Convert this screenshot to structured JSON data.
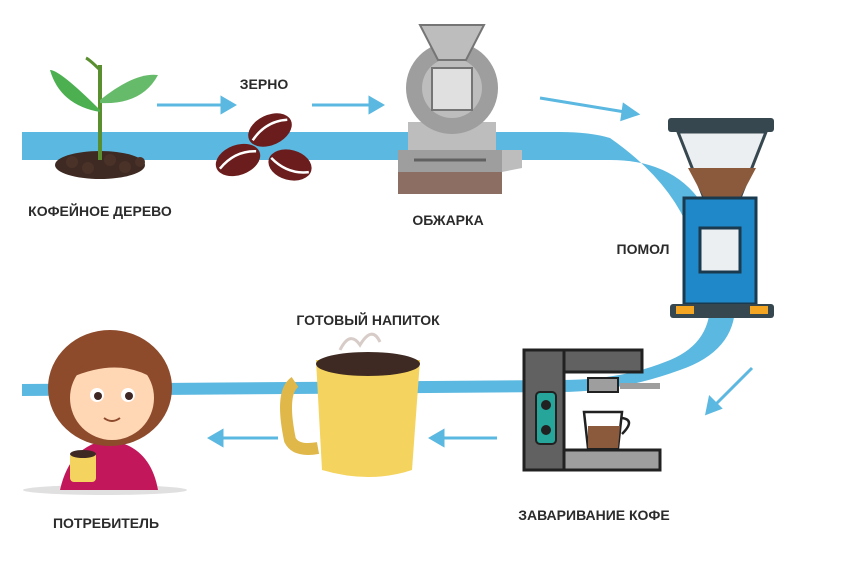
{
  "colors": {
    "river": "#5bb8e0",
    "arrow": "#5bb8e0",
    "label": "#2b2b2b",
    "plant_leaf": "#4caf50",
    "soil": "#3e2a23",
    "bean": "#6b1c1c",
    "roaster_body": "#9e9e9e",
    "roaster_base": "#8d6e63",
    "grinder_body": "#1e88c9",
    "coffee": "#8b5a3c",
    "machine_body": "#616161",
    "mug": "#f4d35e",
    "consumer_sweater": "#c2185b",
    "consumer_hair": "#8d4b2c"
  },
  "icons": {
    "stage1": "coffee-plant-icon",
    "stage2": "coffee-beans-icon",
    "stage3": "roaster-icon",
    "stage4": "grinder-icon",
    "stage5": "espresso-machine-icon",
    "stage6": "coffee-mug-icon",
    "stage7": "consumer-girl-icon"
  },
  "stages": {
    "tree": "КОФЕЙНОЕ ДЕРЕВО",
    "beans": "ЗЕРНО",
    "roasting": "ОБЖАРКА",
    "grinding": "ПОМОЛ",
    "brewing": "ЗАВАРИВАНИЕ КОФЕ",
    "drink": "ГОТОВЫЙ НАПИТОК",
    "consumer": "ПОТРЕБИТЕЛЬ"
  }
}
